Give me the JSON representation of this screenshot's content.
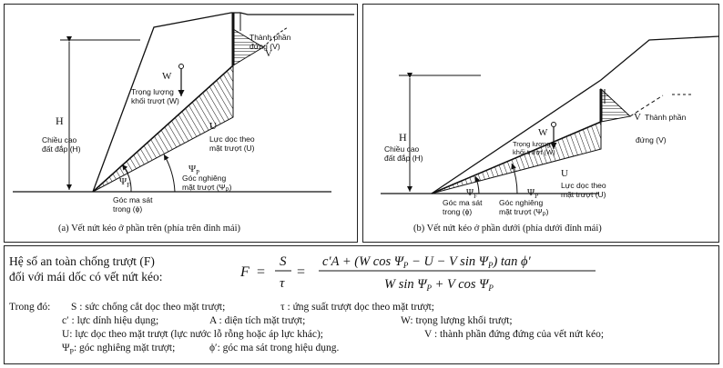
{
  "panel_a": {
    "caption": "(a)  Vết nứt kéo ở phần trên (phía trên đỉnh mái)",
    "height_symbol": "H",
    "height_label_1": "Chiều cao",
    "height_label_2": "đất đắp (H)",
    "weight_symbol": "W",
    "weight_label_1": "Trọng lượng",
    "weight_label_2": "khối trượt (W)",
    "u_symbol": "U",
    "u_label_1": "Lực dọc theo",
    "u_label_2": "mặt trượt (U)",
    "v_symbol": "V",
    "v_label_1": "Thành phần",
    "v_label_2": "đứng (V)",
    "psi_p_symbol": "Ψ",
    "psi_p_sub": "P",
    "psi_p_label_1": "Góc nghiêng",
    "psi_p_label_2": "mặt trượt (Ψ",
    "psi_p_label_2_sub": "P",
    "psi_p_label_2_end": ")",
    "psi_f_symbol": "Ψ",
    "psi_f_sub": "F",
    "phi_label_1": "Góc ma sát",
    "phi_label_2": "trong (ϕ)"
  },
  "panel_b": {
    "caption": "(b)  Vết nứt kéo ở phần dưới (phía dưới đỉnh mái)",
    "height_symbol": "H",
    "height_label_1": "Chiều cao",
    "height_label_2": "đất đắp (H)",
    "weight_symbol": "W",
    "weight_label_1": "Trọng lượng",
    "weight_label_2": "khối trượt (W)",
    "u_symbol": "U",
    "u_label_1": "Lực dọc theo",
    "u_label_2": "mặt trượt (U)",
    "v_symbol": "V",
    "v_label_1": "Thành phần",
    "v_label_2": "đứng (V)",
    "psi_p_symbol": "Ψ",
    "psi_p_sub": "P",
    "psi_p_label_1": "Góc nghiêng",
    "psi_p_label_2": "mặt trượt (Ψ",
    "psi_p_label_2_sub": "P",
    "psi_p_label_2_end": ")",
    "psi_f_symbol": "Ψ",
    "psi_f_sub": "F",
    "phi_label_1": "Góc ma sát",
    "phi_label_2": "trong (ϕ)"
  },
  "equation": {
    "title_line1": "Hệ số an toàn chống trượt (F)",
    "title_line2": "đối với mái dốc có vết nứt kéo:",
    "lhs": "F",
    "s_over_tau_num": "S",
    "s_over_tau_den": "τ",
    "numerator": "c′A + (W cos Ψ",
    "numerator_sub": "P",
    "numerator_rest": " − U − V sin Ψ",
    "numerator_sub2": "P",
    "numerator_end": ") tan ϕ′",
    "denominator": "W sin Ψ",
    "denominator_sub": "P",
    "denominator_mid": " + V cos Ψ",
    "denominator_sub2": "P"
  },
  "legend": {
    "intro": "Trong đó:",
    "r1c1": "S : sức chống cắt dọc theo mặt trượt;",
    "r1c2": "τ : ứng suất trượt dọc theo mặt trượt;",
    "r2c1": "c′ : lực dính hiệu dụng;",
    "r2c2": "A : diện tích mặt trượt;",
    "r2c3": "W: trọng lượng khối trượt;",
    "r3c1": "U: lực dọc theo mặt trượt (lực nước lỗ rỗng hoặc áp lực khác);",
    "r3c2": "V : thành phần đứng đứng của vết nứt kéo;",
    "r4c1": "Ψ",
    "r4c1_sub": "P",
    "r4c1_rest": ": góc nghiêng mặt trượt;",
    "r4c2": "ϕ′: góc ma sát trong hiệu dụng."
  }
}
